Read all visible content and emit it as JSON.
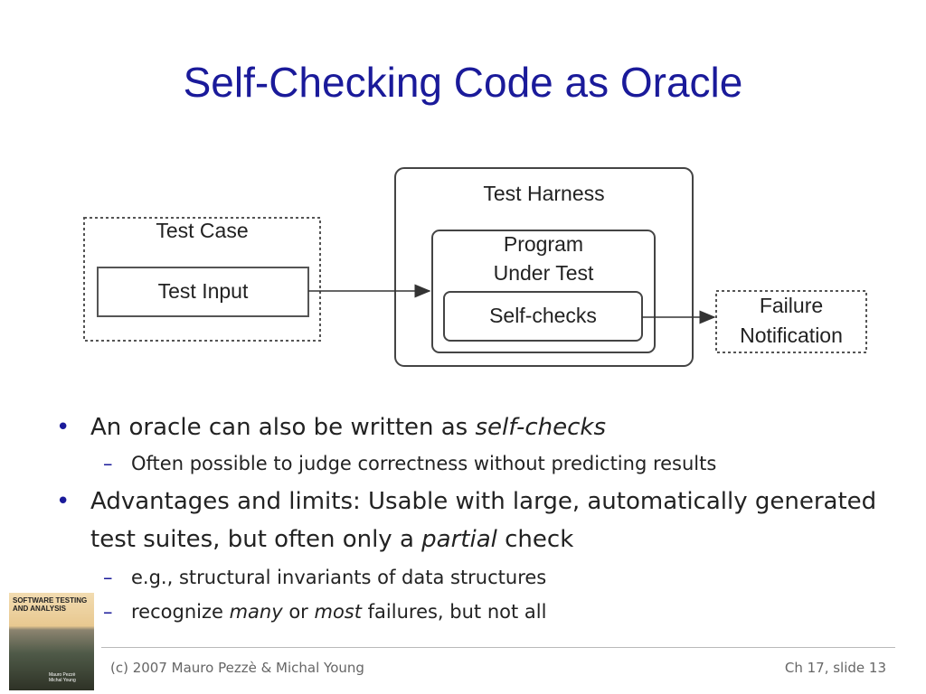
{
  "slide": {
    "title": "Self-Checking Code as Oracle"
  },
  "diagram": {
    "test_harness": "Test Harness",
    "test_case": "Test Case",
    "test_input": "Test Input",
    "program_under_test_line1": "Program",
    "program_under_test_line2": "Under Test",
    "self_checks": "Self-checks",
    "failure_line1": "Failure",
    "failure_line2": "Notification"
  },
  "bullets": [
    {
      "text": "An oracle can also be written as ",
      "emph": "self-checks",
      "subs": [
        {
          "text": "Often possible to judge correctness without predicting results"
        }
      ]
    },
    {
      "text": "Advantages and limits: Usable with large, automatically generated test suites, but often only a ",
      "emph": "partial",
      "after": " check",
      "subs": [
        {
          "text": "e.g., structural invariants of data structures"
        },
        {
          "pre": "recognize ",
          "em1": "many",
          "mid": " or ",
          "em2": "most",
          "post": " failures, but not all"
        }
      ]
    }
  ],
  "footer": {
    "copyright": "(c) 2007 Mauro Pezzè & Michal Young",
    "slide_number": "Ch 17, slide 13"
  },
  "book": {
    "title_line1": "SOFTWARE TESTING",
    "title_line2": "AND ANALYSIS",
    "authors_line1": "Mauro Pezzè",
    "authors_line2": "Michal Young"
  },
  "colors": {
    "title": "#1a1a9a",
    "body_text": "#222222",
    "footer_text": "#666666"
  }
}
